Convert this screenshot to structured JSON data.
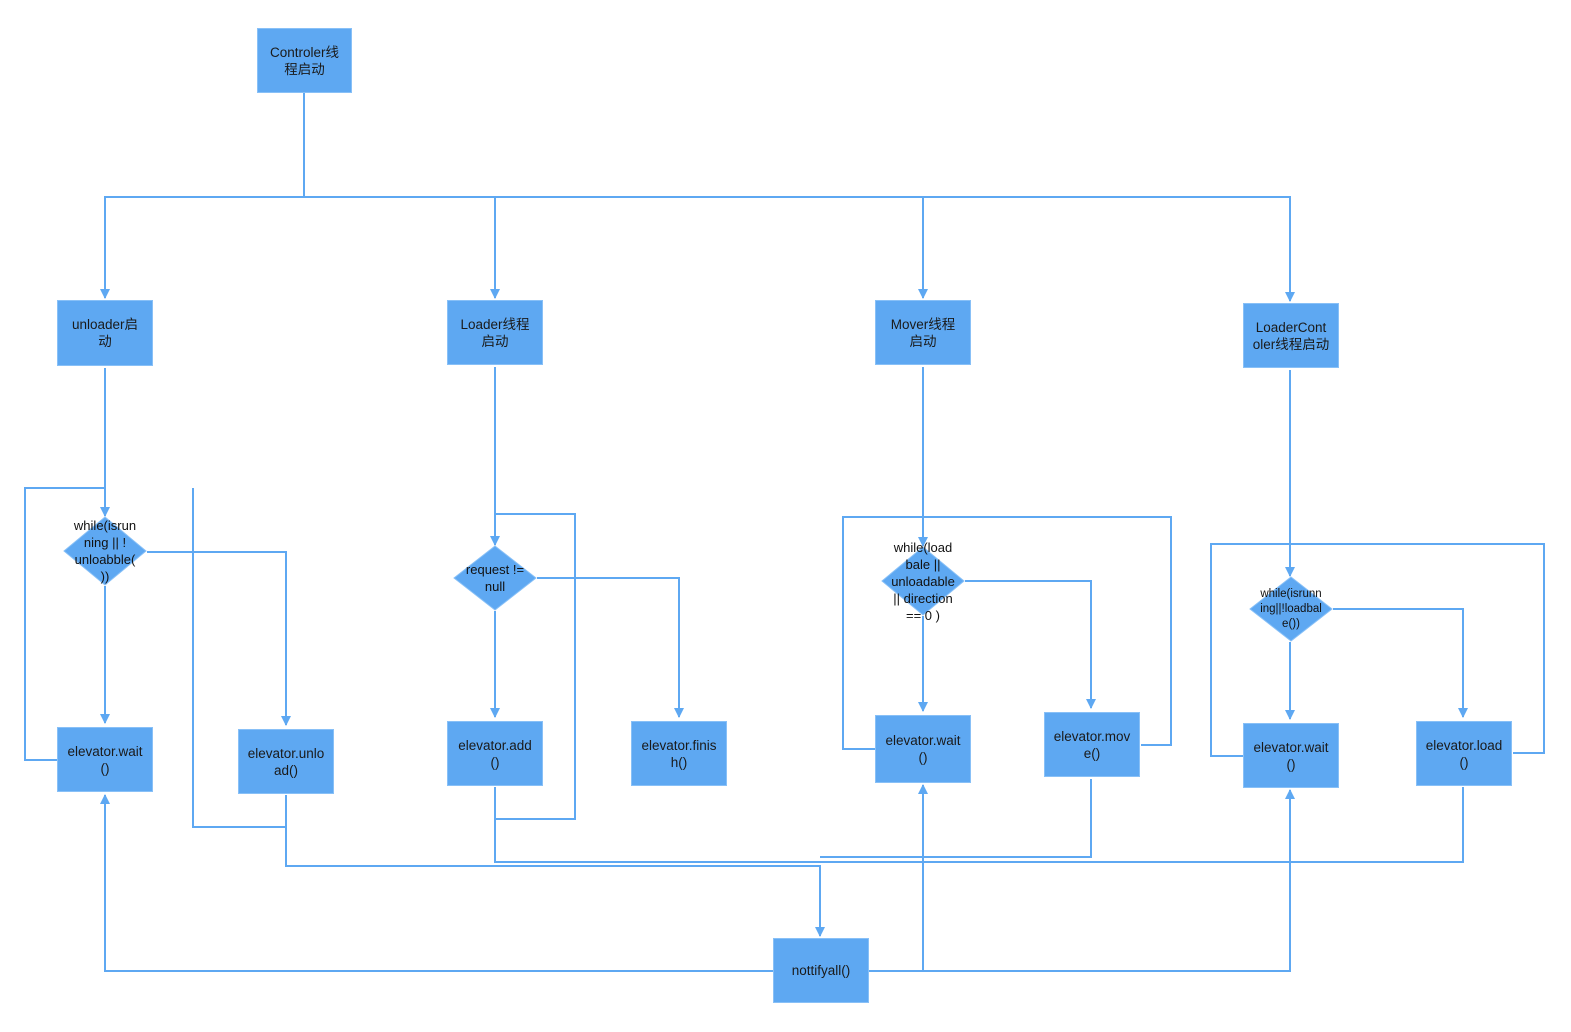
{
  "colors": {
    "node_fill": "#5ea8f2",
    "edge": "#5ea8f2",
    "text": "#1a1a1a"
  },
  "nodes": {
    "controller": "Controler线\n程启动",
    "unloader_start": "unloader启\n动",
    "loader_start": "Loader线程\n启动",
    "mover_start": "Mover线程\n启动",
    "loadercontroller_start": "LoaderCont\noler线程启动",
    "cond_unloader": "while(isrun\nning || !\nunloabble(\n))",
    "cond_loader": "request !=\nnull",
    "cond_mover": "while(load\nbale ||\nunloadable\n|| direction\n== 0 )",
    "cond_loadercontroller": "while(isrunn\ning||!loadbal\ne())",
    "unloader_wait": "elevator.wait\n()",
    "unloader_unload": "elevator.unlo\nad()",
    "loader_add": "elevator.add\n()",
    "loader_finish": "elevator.finis\nh()",
    "mover_wait": "elevator.wait\n()",
    "mover_move": "elevator.mov\ne()",
    "lc_wait": "elevator.wait\n()",
    "lc_load": "elevator.load\n()",
    "notify": "nottifyall()"
  }
}
